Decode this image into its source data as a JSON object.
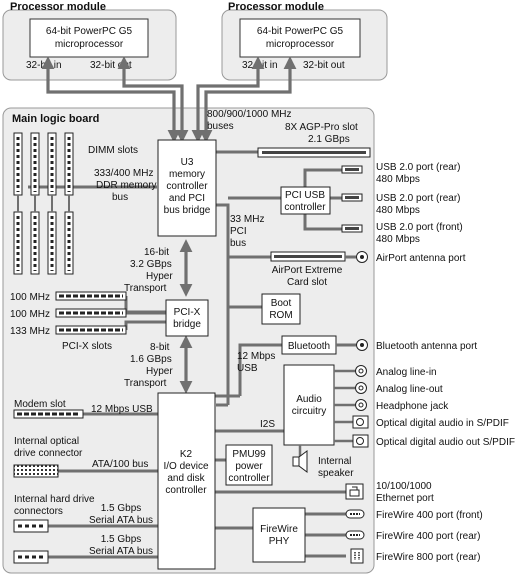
{
  "proc1": {
    "title": "Processor module",
    "chip": [
      "64-bit PowerPC G5",
      "microprocessor"
    ],
    "in": "32-bit in",
    "out": "32-bit out"
  },
  "proc2": {
    "title": "Processor module",
    "chip": [
      "64-bit PowerPC G5",
      "microprocessor"
    ],
    "in": "32-bit in",
    "out": "32-bit out"
  },
  "board": {
    "title": "Main logic board"
  },
  "buses_label": [
    "800/900/1000 MHz",
    "buses"
  ],
  "u3": [
    "U3",
    "memory",
    "controller",
    "and PCI",
    "bus bridge"
  ],
  "dimm": {
    "label": "DIMM slots",
    "mem_bus": [
      "333/400 MHz",
      "DDR memory",
      "bus"
    ]
  },
  "agp": [
    "8X AGP-Pro slot",
    "2.1 GBps"
  ],
  "usb_ctrl": [
    "PCI USB",
    "controller"
  ],
  "usb_ports": [
    [
      "USB 2.0 port (rear)",
      "480 Mbps"
    ],
    [
      "USB 2.0 port (rear)",
      "480 Mbps"
    ],
    [
      "USB 2.0 port (front)",
      "480 Mbps"
    ]
  ],
  "pci_bus": [
    "33 MHz",
    "PCI",
    "bus"
  ],
  "airport": {
    "slot": [
      "AirPort Extreme",
      "Card slot"
    ],
    "antenna": "AirPort antenna port"
  },
  "ht1": [
    "16-bit",
    "3.2 GBps",
    "Hyper",
    "Transport"
  ],
  "pcix": {
    "bridge": [
      "PCI-X",
      "bridge"
    ],
    "slots": [
      "100 MHz",
      "100 MHz",
      "133 MHz"
    ],
    "label": "PCI-X slots"
  },
  "boot_rom": [
    "Boot",
    "ROM"
  ],
  "ht2": [
    "8-bit",
    "1.6 GBps",
    "Hyper",
    "Transport"
  ],
  "bluetooth": {
    "box": "Bluetooth",
    "antenna": "Bluetooth antenna port",
    "usb": [
      "12 Mbps",
      "USB"
    ]
  },
  "audio": {
    "box": [
      "Audio",
      "circuitry"
    ],
    "i2s": "I2S",
    "speaker": [
      "Internal",
      "speaker"
    ]
  },
  "audio_ports": [
    "Analog line-in",
    "Analog line-out",
    "Headphone jack",
    "Optical digital audio in S/PDIF",
    "Optical digital audio out S/PDIF"
  ],
  "modem": {
    "label": "Modem slot",
    "bus": "12 Mbps USB"
  },
  "optical": {
    "label": [
      "Internal optical",
      "drive connector"
    ],
    "bus": "ATA/100 bus"
  },
  "k2": [
    "K2",
    "I/O device",
    "and disk",
    "controller"
  ],
  "pmu": [
    "PMU99",
    "power",
    "controller"
  ],
  "ethernet": [
    "10/100/1000",
    "Ethernet port"
  ],
  "hdd": {
    "label": [
      "Internal hard drive",
      "connectors"
    ],
    "bus1": [
      "1.5 Gbps",
      "Serial ATA bus"
    ],
    "bus2": [
      "1.5 Gbps",
      "Serial ATA bus"
    ]
  },
  "firewire": {
    "box": [
      "FireWire",
      "PHY"
    ],
    "ports": [
      "FireWire 400 port (front)",
      "FireWire 400 port (rear)",
      "FireWire 800 port (rear)"
    ]
  }
}
